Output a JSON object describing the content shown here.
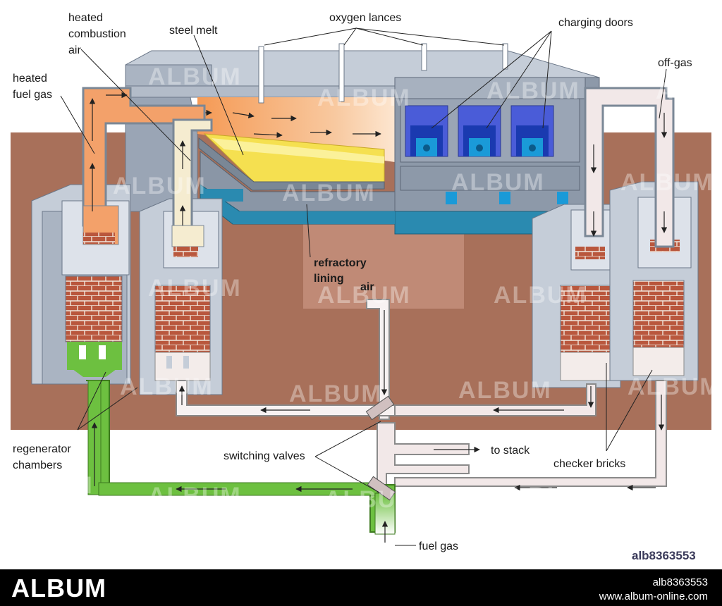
{
  "labels": {
    "heated_combustion_air": [
      "heated",
      "combustion",
      "air"
    ],
    "heated_fuel_gas": [
      "heated",
      "fuel gas"
    ],
    "steel_melt": "steel melt",
    "oxygen_lances": "oxygen lances",
    "charging_doors": "charging doors",
    "off_gas": "off-gas",
    "refractory_lining": [
      "refractory",
      "lining"
    ],
    "air": "air",
    "regenerator_chambers": [
      "regenerator",
      "chambers"
    ],
    "switching_valves": "switching valves",
    "to_stack": "to stack",
    "checker_bricks": "checker bricks",
    "fuel_gas": "fuel gas"
  },
  "watermark": "ALBUM",
  "image_id": "alb8363553",
  "footer": {
    "logo": "ALBUM",
    "id": "alb8363553",
    "url": "www.album-online.com"
  },
  "colors": {
    "ground": "#a8705a",
    "furnace_gray": "#9aa5b5",
    "furnace_light": "#c5cdd8",
    "flame_orange": "#f0a060",
    "steel_yellow": "#f5e050",
    "refractory_blue": "#2a8ab0",
    "fuel_gas_green": "#6dc040",
    "brick_red": "#b85a40",
    "door_blue": "#1a3ab0",
    "hot_pipe": "#f3a16a",
    "air_pipe": "#f5ecd0",
    "cool_pipe": "#f2e8e8"
  }
}
